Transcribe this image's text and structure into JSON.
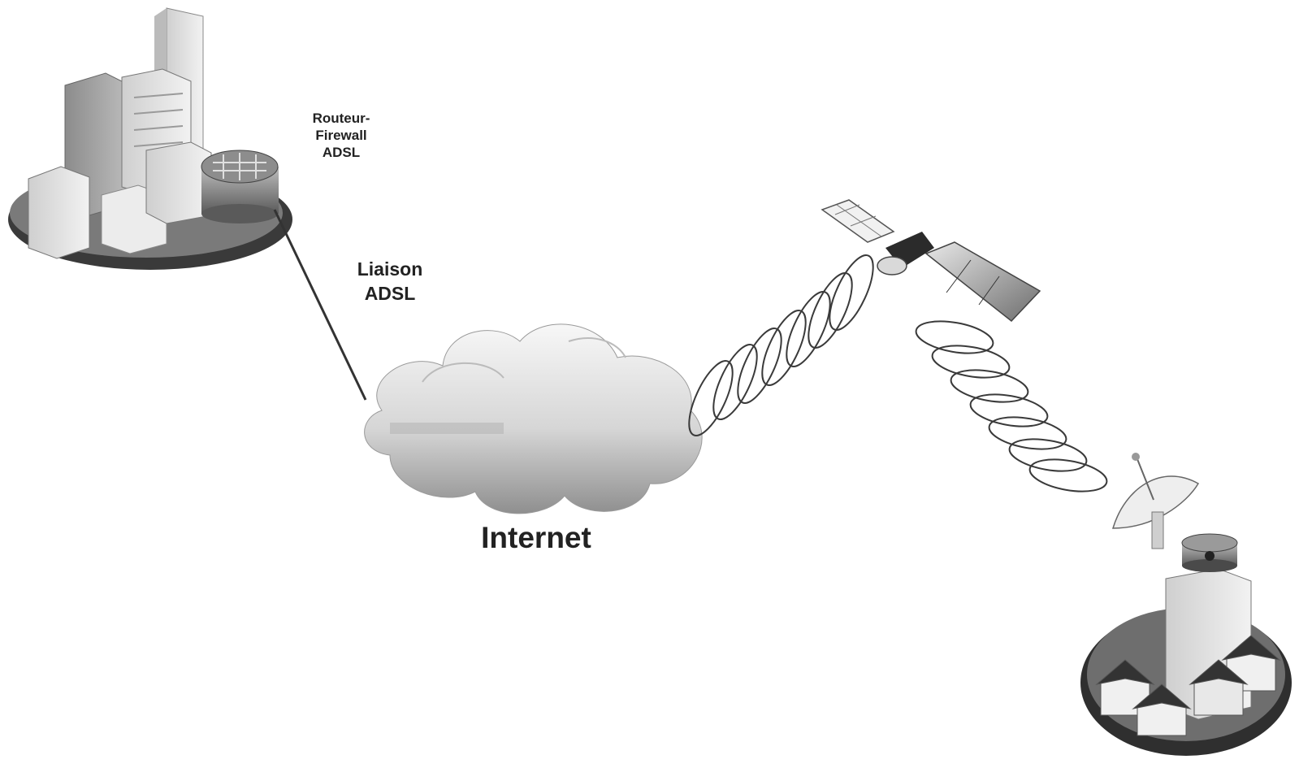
{
  "labels": {
    "router_line1": "Routeur-",
    "router_line2": "Firewall",
    "router_line3": "ADSL",
    "link_line1": "Liaison",
    "link_line2": "ADSL",
    "cloud": "Internet"
  },
  "icons": {
    "headquarters": "city-buildings-icon",
    "router": "router-firewall-icon",
    "cloud": "internet-cloud-icon",
    "satellite": "satellite-icon",
    "dish": "satellite-dish-icon",
    "remote_router": "remote-router-icon",
    "remote_site": "remote-village-icon"
  },
  "colors": {
    "line": "#333333",
    "dark": "#2b2b2b",
    "mid": "#8a8a8a",
    "light": "#d9d9d9"
  }
}
